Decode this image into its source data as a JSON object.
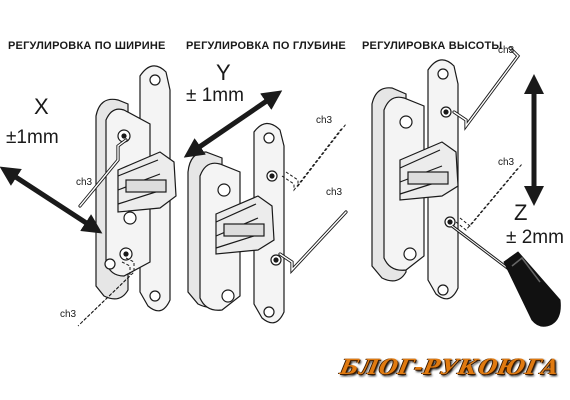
{
  "panels": [
    {
      "title": "РЕГУЛИРОВКА ПО ШИРИНЕ",
      "axis": "X",
      "range": "±1mm",
      "tool": "ch3"
    },
    {
      "title": "РЕГУЛИРОВКА ПО ГЛУБИНЕ",
      "axis": "Y",
      "range": "± 1mm",
      "tool": "ch3"
    },
    {
      "title": "РЕГУЛИРОВКА ВЫСОТЫ",
      "axis": "Z",
      "range": "± 2mm",
      "tool": "ch3"
    }
  ],
  "tool_labels": [
    "ch3",
    "ch3",
    "ch3",
    "ch3",
    "ch3",
    "ch3"
  ],
  "logo": {
    "text": "БЛОГ-РУКОЮГА"
  },
  "colors": {
    "line": "#1a1a1a",
    "hinge_fill": "#f4f4f4",
    "shadow": "#d8d8d8",
    "handle": "#111111",
    "logo": "#e07a10"
  }
}
